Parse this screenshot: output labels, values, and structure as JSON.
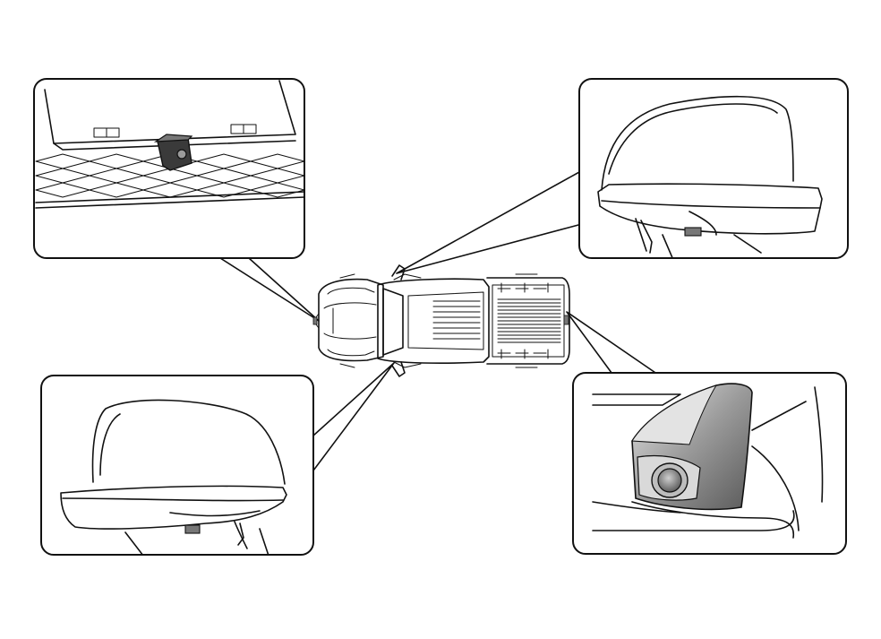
{
  "figure": {
    "background_color": "#ffffff",
    "line_color": "#111111",
    "panels": [
      {
        "id": "front-grille-camera",
        "icon": "front-camera-icon"
      },
      {
        "id": "right-mirror-camera",
        "icon": "right-mirror-icon"
      },
      {
        "id": "left-mirror-camera",
        "icon": "left-mirror-icon"
      },
      {
        "id": "rear-tailgate-camera",
        "icon": "rear-camera-icon"
      }
    ],
    "vehicle": {
      "icon": "pickup-truck-top-view-icon"
    }
  }
}
